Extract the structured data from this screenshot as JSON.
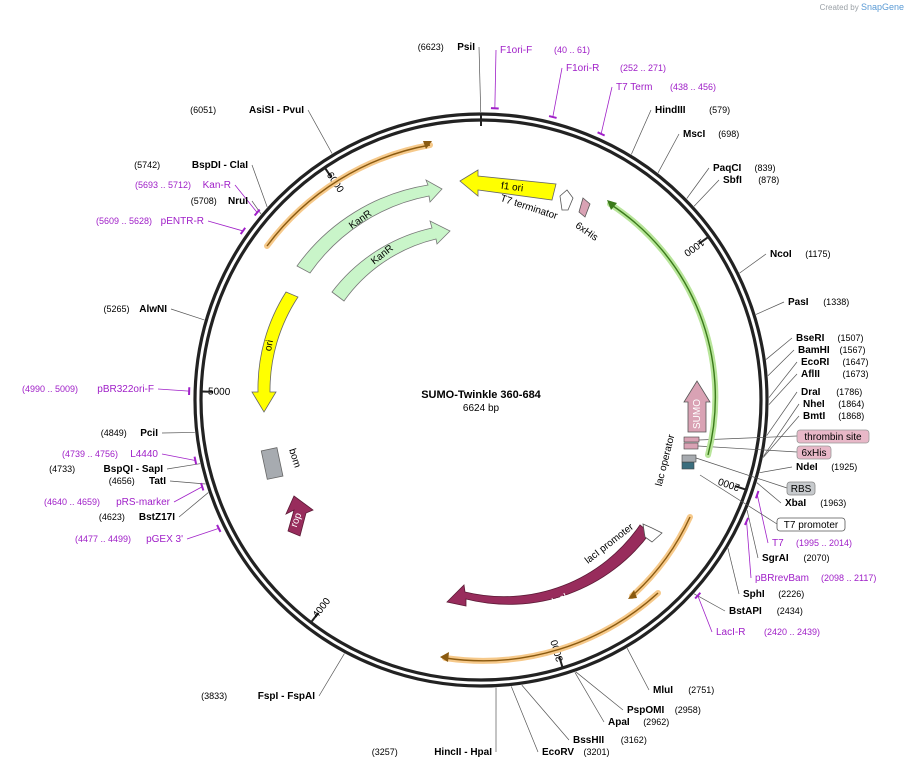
{
  "watermark": {
    "prefix": "Created by",
    "brand": "SnapGene"
  },
  "plasmid": {
    "name": "SUMO-Twinkle 360-684",
    "size_label": "6624 bp",
    "length": 6624
  },
  "colors": {
    "enzyme": "#000000",
    "primer": "#a020c8",
    "backbone": "#222222",
    "green_feature": "#77c63c",
    "orange_feature": "#f2a93b",
    "lacI": "#982c5c",
    "kanR": "#c9f5c9",
    "ori": "#ffff00",
    "sumo": "#d9a2b4",
    "bom": "#a7abb0"
  },
  "ticks": [
    {
      "pos": 1000,
      "label": "1000"
    },
    {
      "pos": 2000,
      "label": "2000"
    },
    {
      "pos": 3000,
      "label": "3000"
    },
    {
      "pos": 4000,
      "label": "4000"
    },
    {
      "pos": 5000,
      "label": "5000"
    },
    {
      "pos": 6000,
      "label": "6000"
    }
  ],
  "right_sites": [
    {
      "name": "HindIII",
      "loc": "(579)",
      "pos": 579
    },
    {
      "name": "MscI",
      "loc": "(698)",
      "pos": 698
    },
    {
      "name": "PaqCI",
      "loc": "(839)",
      "pos": 839
    },
    {
      "name": "SbfI",
      "loc": "(878)",
      "pos": 878
    },
    {
      "name": "NcoI",
      "loc": "(1175)",
      "pos": 1175
    },
    {
      "name": "PasI",
      "loc": "(1338)",
      "pos": 1338
    },
    {
      "name": "BseRI",
      "loc": "(1507)",
      "pos": 1507
    },
    {
      "name": "BamHI",
      "loc": "(1567)",
      "pos": 1567
    },
    {
      "name": "EcoRI",
      "loc": "(1647)",
      "pos": 1647
    },
    {
      "name": "AflII",
      "loc": "(1673)",
      "pos": 1673
    },
    {
      "name": "DraI",
      "loc": "(1786)",
      "pos": 1786
    },
    {
      "name": "NheI",
      "loc": "(1864)",
      "pos": 1864
    },
    {
      "name": "BmtI",
      "loc": "(1868)",
      "pos": 1868
    },
    {
      "name": "NdeI",
      "loc": "(1925)",
      "pos": 1925
    },
    {
      "name": "XbaI",
      "loc": "(1963)",
      "pos": 1963
    },
    {
      "name": "SgrAI",
      "loc": "(2070)",
      "pos": 2070
    },
    {
      "name": "SphI",
      "loc": "(2226)",
      "pos": 2226
    },
    {
      "name": "BstAPI",
      "loc": "(2434)",
      "pos": 2434
    },
    {
      "name": "MluI",
      "loc": "(2751)",
      "pos": 2751
    },
    {
      "name": "PspOMI",
      "loc": "(2958)",
      "pos": 2958
    },
    {
      "name": "ApaI",
      "loc": "(2962)",
      "pos": 2962
    },
    {
      "name": "BssHII",
      "loc": "(3162)",
      "pos": 3162
    },
    {
      "name": "EcoRV",
      "loc": "(3201)",
      "pos": 3201
    }
  ],
  "left_sites": [
    {
      "name": "PsiI",
      "loc": "(6623)",
      "pos": 6623
    },
    {
      "name": "AsiSI  - PvuI",
      "loc": "(6051)",
      "pos": 6051
    },
    {
      "name": "BspDI  - ClaI",
      "loc": "(5742)",
      "pos": 5742
    },
    {
      "name": "NruI",
      "loc": "(5708)",
      "pos": 5708
    },
    {
      "name": "AlwNI",
      "loc": "(5265)",
      "pos": 5265
    },
    {
      "name": "PciI",
      "loc": "(4849)",
      "pos": 4849
    },
    {
      "name": "BspQI  - SapI",
      "loc": "(4733)",
      "pos": 4733
    },
    {
      "name": "TatI",
      "loc": "(4656)",
      "pos": 4656
    },
    {
      "name": "BstZ17I",
      "loc": "(4623)",
      "pos": 4623
    },
    {
      "name": "FspI  - FspAI",
      "loc": "(3833)",
      "pos": 3833
    },
    {
      "name": "HincII  - HpaI",
      "loc": "(3257)",
      "pos": 3257
    }
  ],
  "primers": [
    {
      "name": "F1ori-F",
      "range": "(40 .. 61)",
      "pos": 50
    },
    {
      "name": "F1ori-R",
      "range": "(252 .. 271)",
      "pos": 262
    },
    {
      "name": "T7 Term",
      "range": "(438 .. 456)",
      "pos": 447
    },
    {
      "name": "T7",
      "range": "(1995 .. 2014)",
      "pos": 2004
    },
    {
      "name": "pBRrevBam",
      "range": "(2098 .. 2117)",
      "pos": 2108
    },
    {
      "name": "LacI-R",
      "range": "(2420 .. 2439)",
      "pos": 2430
    },
    {
      "name": "pGEX 3'",
      "range": "(4477 .. 4499)",
      "pos": 4488
    },
    {
      "name": "pRS-marker",
      "range": "(4640 .. 4659)",
      "pos": 4650
    },
    {
      "name": "L4440",
      "range": "(4739 .. 4756)",
      "pos": 4748
    },
    {
      "name": "pBR322ori-F",
      "range": "(4990 .. 5009)",
      "pos": 5000
    },
    {
      "name": "pENTR-R",
      "range": "(5609 .. 5628)",
      "pos": 5619
    },
    {
      "name": "Kan-R",
      "range": "(5693 .. 5712)",
      "pos": 5703
    }
  ],
  "boxed_features": [
    {
      "name": "thrombin site",
      "style": "pink"
    },
    {
      "name": "6xHis",
      "style": "pink"
    },
    {
      "name": "RBS",
      "style": "gray"
    },
    {
      "name": "T7 promoter",
      "style": "white"
    }
  ],
  "inner_features": [
    {
      "name": "f1 ori"
    },
    {
      "name": "T7 terminator"
    },
    {
      "name": "6xHis"
    },
    {
      "name": "KanR"
    },
    {
      "name": "KanR"
    },
    {
      "name": "ori"
    },
    {
      "name": "bom"
    },
    {
      "name": "rop"
    },
    {
      "name": "lacI"
    },
    {
      "name": "lacI promoter"
    },
    {
      "name": "lac operator"
    },
    {
      "name": "SUMO"
    }
  ]
}
